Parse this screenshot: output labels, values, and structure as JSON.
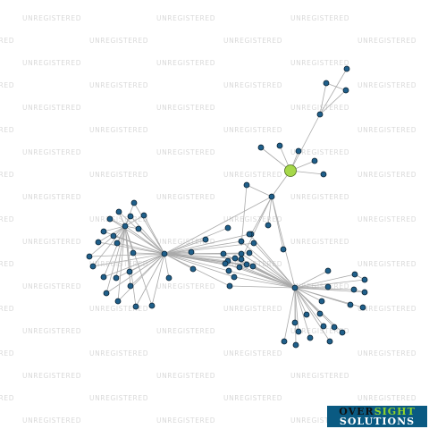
{
  "watermark": {
    "text": "UNREGISTERED"
  },
  "logo": {
    "word1": "OVER",
    "word2": "SIGHT",
    "word3": "SOLUTIONS"
  },
  "colors": {
    "node": "#1f5f8a",
    "node_stroke": "#0b2233",
    "highlight": "#a6d84a",
    "edge": "#aaaaaa",
    "logo_bg": "#0a5a82",
    "logo_accent": "#8fd32c"
  }
}
